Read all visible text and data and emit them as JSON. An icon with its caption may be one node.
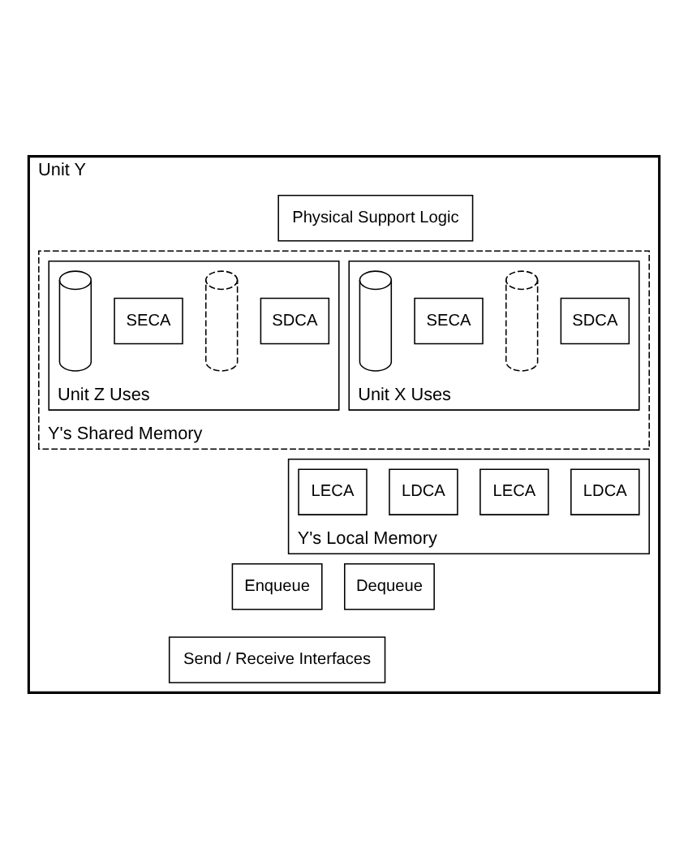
{
  "diagram": {
    "nodes": [
      {
        "text": [
          "Unit Y"
        ]
      },
      {
        "text": [
          "Physical Support Logic"
        ],
        "in": 0
      },
      {
        "text": [
          "Y's Shared Memory"
        ],
        "in": 0
      },
      {
        "text": [
          "Unit X Uses"
        ],
        "in": 2
      },
      {
        "text": [],
        "shape": "cylinder",
        "in": 3
      },
      {
        "text": [
          "SECA"
        ],
        "in": 3
      },
      {
        "text": [],
        "shape": "cylinder",
        "in": 3
      },
      {
        "text": [
          "SDCA"
        ],
        "in": 3
      },
      {
        "text": [
          "Unit Z Uses"
        ],
        "in": 2
      },
      {
        "text": [],
        "shape": "cylinder",
        "in": 8
      },
      {
        "text": [
          "SECA"
        ],
        "in": 8
      },
      {
        "text": [],
        "shape": "cylinder",
        "in": 8
      },
      {
        "text": [
          "SDCA"
        ],
        "in": 8
      },
      {
        "text": [
          "Y's Local Memory"
        ],
        "in": 0
      },
      {
        "text": [
          "LECA"
        ],
        "in": 13
      },
      {
        "text": [
          "LDCA"
        ],
        "in": 13
      },
      {
        "text": [
          "LECA"
        ],
        "in": 13
      },
      {
        "text": [
          "LDCA"
        ],
        "in": 13
      },
      {
        "text": [
          "Enqueue"
        ],
        "in": 0
      },
      {
        "text": [
          "Dequeue"
        ],
        "in": 0
      },
      {
        "text": [
          "Send / Receive Interfaces"
        ],
        "in": 0
      }
    ],
    "edges": []
  }
}
